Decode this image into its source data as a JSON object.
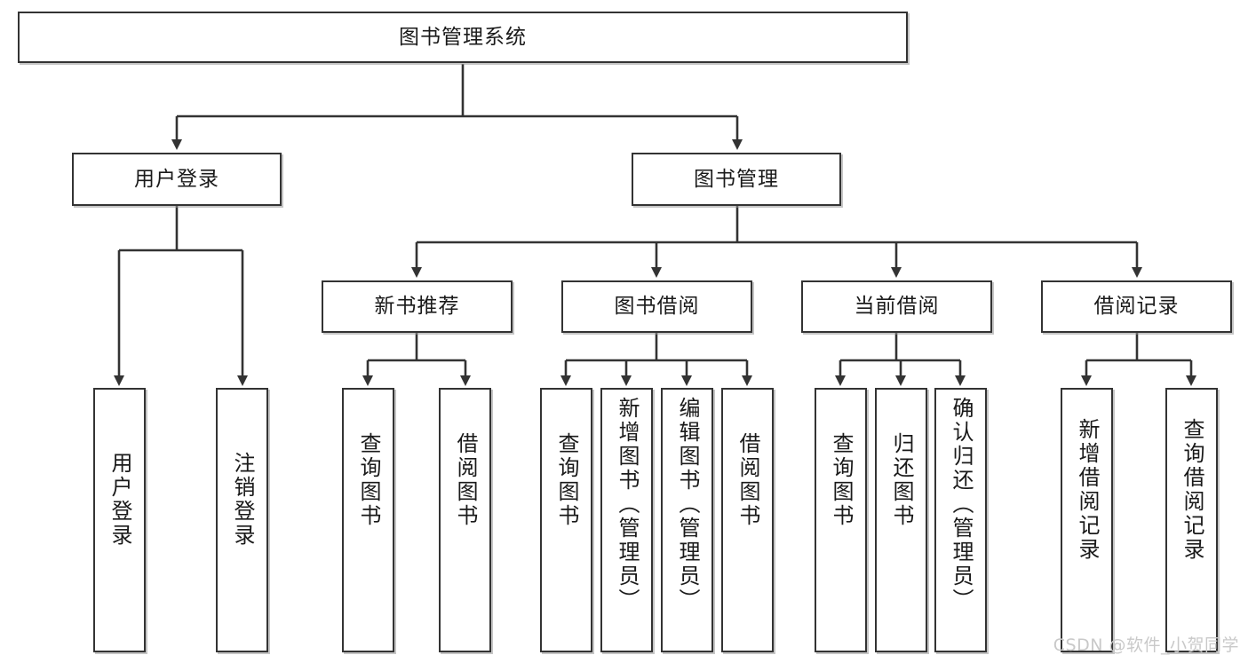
{
  "diagram": {
    "type": "tree-hierarchy",
    "title": "图书管理系统",
    "root": {
      "id": "root",
      "label": "图书管理系统",
      "level": 0
    },
    "level2": [
      {
        "id": "user-login",
        "label": "用户登录"
      },
      {
        "id": "book-manage",
        "label": "图书管理"
      }
    ],
    "level3": [
      {
        "id": "new-book-recommend",
        "label": "新书推荐",
        "parent": "book-manage"
      },
      {
        "id": "book-borrow",
        "label": "图书借阅",
        "parent": "book-manage"
      },
      {
        "id": "current-borrow",
        "label": "当前借阅",
        "parent": "book-manage"
      },
      {
        "id": "borrow-record",
        "label": "借阅记录",
        "parent": "book-manage"
      }
    ],
    "leaves": [
      {
        "id": "leaf-user-login",
        "label": "用户登录",
        "parent": "user-login"
      },
      {
        "id": "leaf-logout",
        "label": "注销登录",
        "parent": "user-login"
      },
      {
        "id": "leaf-query-book-1",
        "label": "查询图书",
        "parent": "new-book-recommend"
      },
      {
        "id": "leaf-borrow-book-1",
        "label": "借阅图书",
        "parent": "new-book-recommend"
      },
      {
        "id": "leaf-query-book-2",
        "label": "查询图书",
        "parent": "book-borrow"
      },
      {
        "id": "leaf-add-book",
        "label": "新增图书（管理员）",
        "parent": "book-borrow"
      },
      {
        "id": "leaf-edit-book",
        "label": "编辑图书（管理员）",
        "parent": "book-borrow"
      },
      {
        "id": "leaf-borrow-book-2",
        "label": "借阅图书",
        "parent": "book-borrow"
      },
      {
        "id": "leaf-query-book-3",
        "label": "查询图书",
        "parent": "current-borrow"
      },
      {
        "id": "leaf-return-book",
        "label": "归还图书",
        "parent": "current-borrow"
      },
      {
        "id": "leaf-confirm-return",
        "label": "确认归还（管理员）",
        "parent": "current-borrow"
      },
      {
        "id": "leaf-add-record",
        "label": "新增借阅记录",
        "parent": "borrow-record"
      },
      {
        "id": "leaf-query-record",
        "label": "查询借阅记录",
        "parent": "borrow-record"
      }
    ],
    "colors": {
      "box_border": "#333333",
      "box_fill": "#ffffff",
      "connector": "#333333",
      "text": "#1a1a1a",
      "watermark": "#c9c9c9"
    }
  },
  "watermark": {
    "text": "CSDN @软件_小贺同学"
  }
}
